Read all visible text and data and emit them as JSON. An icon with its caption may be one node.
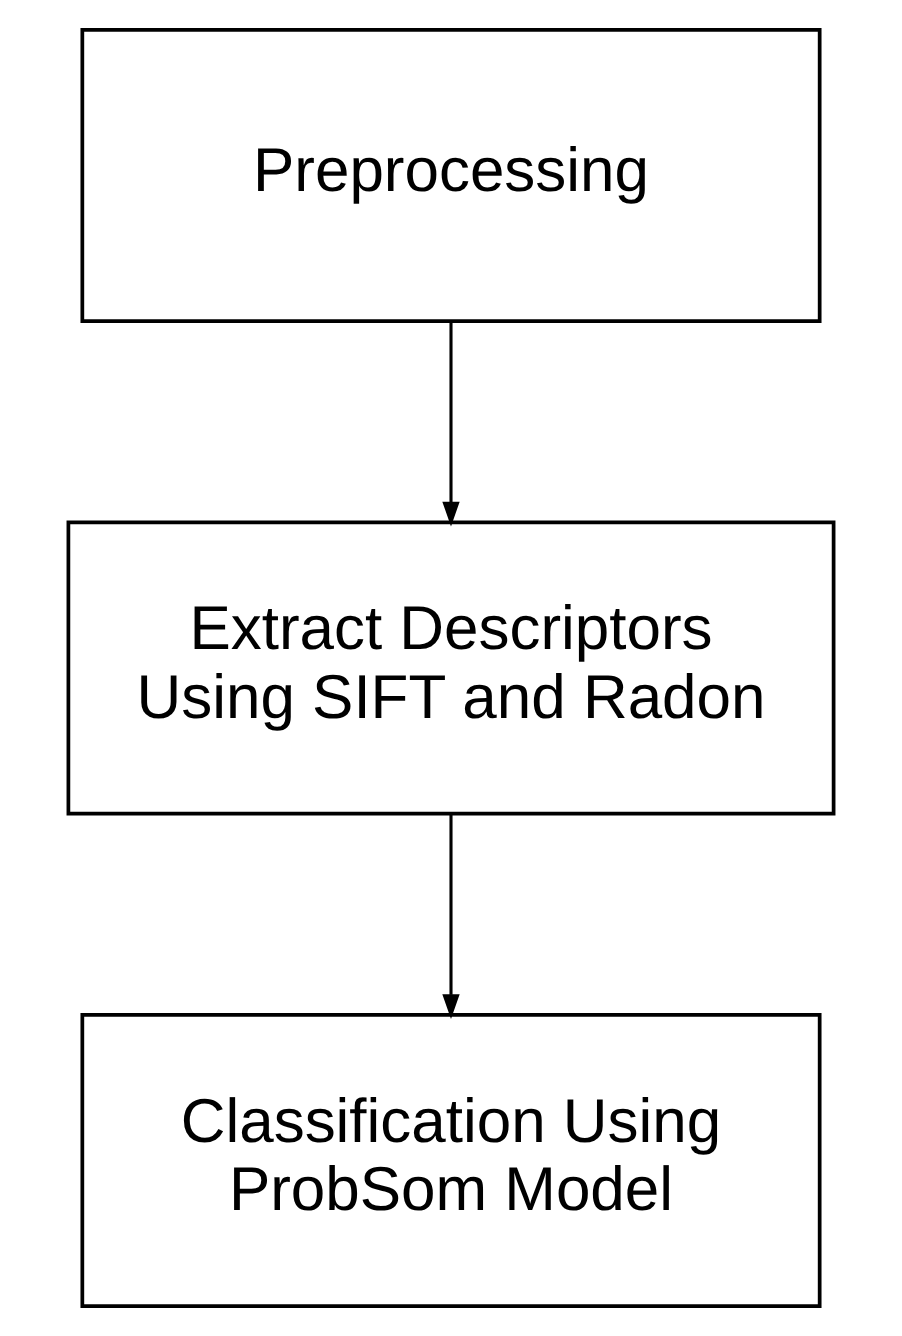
{
  "diagram": {
    "nodes": [
      {
        "text": [
          "Preprocessing"
        ]
      },
      {
        "text": [
          "Extract Descriptors Using SIFT and Radon"
        ]
      },
      {
        "text": [
          "Classification Using ProbSom Model"
        ]
      }
    ],
    "edges": [
      {
        "from": 0,
        "to": 1,
        "arrow": "to"
      },
      {
        "from": 1,
        "to": 2,
        "arrow": "to"
      }
    ]
  }
}
